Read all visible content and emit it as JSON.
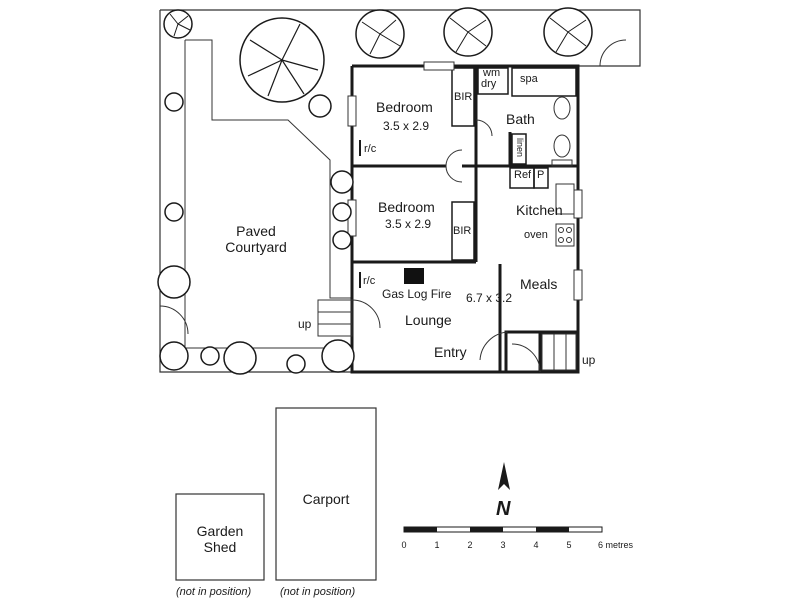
{
  "rooms": {
    "bedroom1": {
      "name": "Bedroom",
      "size": "3.5 x 2.9"
    },
    "bedroom2": {
      "name": "Bedroom",
      "size": "3.5 x 2.9"
    },
    "bir1": "BIR",
    "bir2": "BIR",
    "wm": "wm",
    "dry": "dry",
    "spa": "spa",
    "bath": "Bath",
    "linen": "linen",
    "ref": "Ref",
    "pantry": "P",
    "kitchen": "Kitchen",
    "oven": "oven",
    "meals": "Meals",
    "lounge_size": "6.7 x 3.2",
    "lounge": "Lounge",
    "entry": "Entry",
    "gas_log_fire": "Gas Log Fire",
    "rc1": "r/c",
    "rc2": "r/c"
  },
  "outdoor": {
    "courtyard": [
      "Paved",
      "Courtyard"
    ],
    "up_left": "up",
    "up_right": "up",
    "shed": [
      "Garden",
      "Shed"
    ],
    "carport": "Carport",
    "not_in_position_1": "(not in position)",
    "not_in_position_2": "(not in position)"
  },
  "compass": {
    "label": "N"
  },
  "scale": {
    "ticks": [
      "0",
      "1",
      "2",
      "3",
      "4",
      "5",
      "6 metres"
    ]
  },
  "colors": {
    "wall": "#1a1a1a",
    "line": "#333333",
    "paper": "#ffffff"
  }
}
